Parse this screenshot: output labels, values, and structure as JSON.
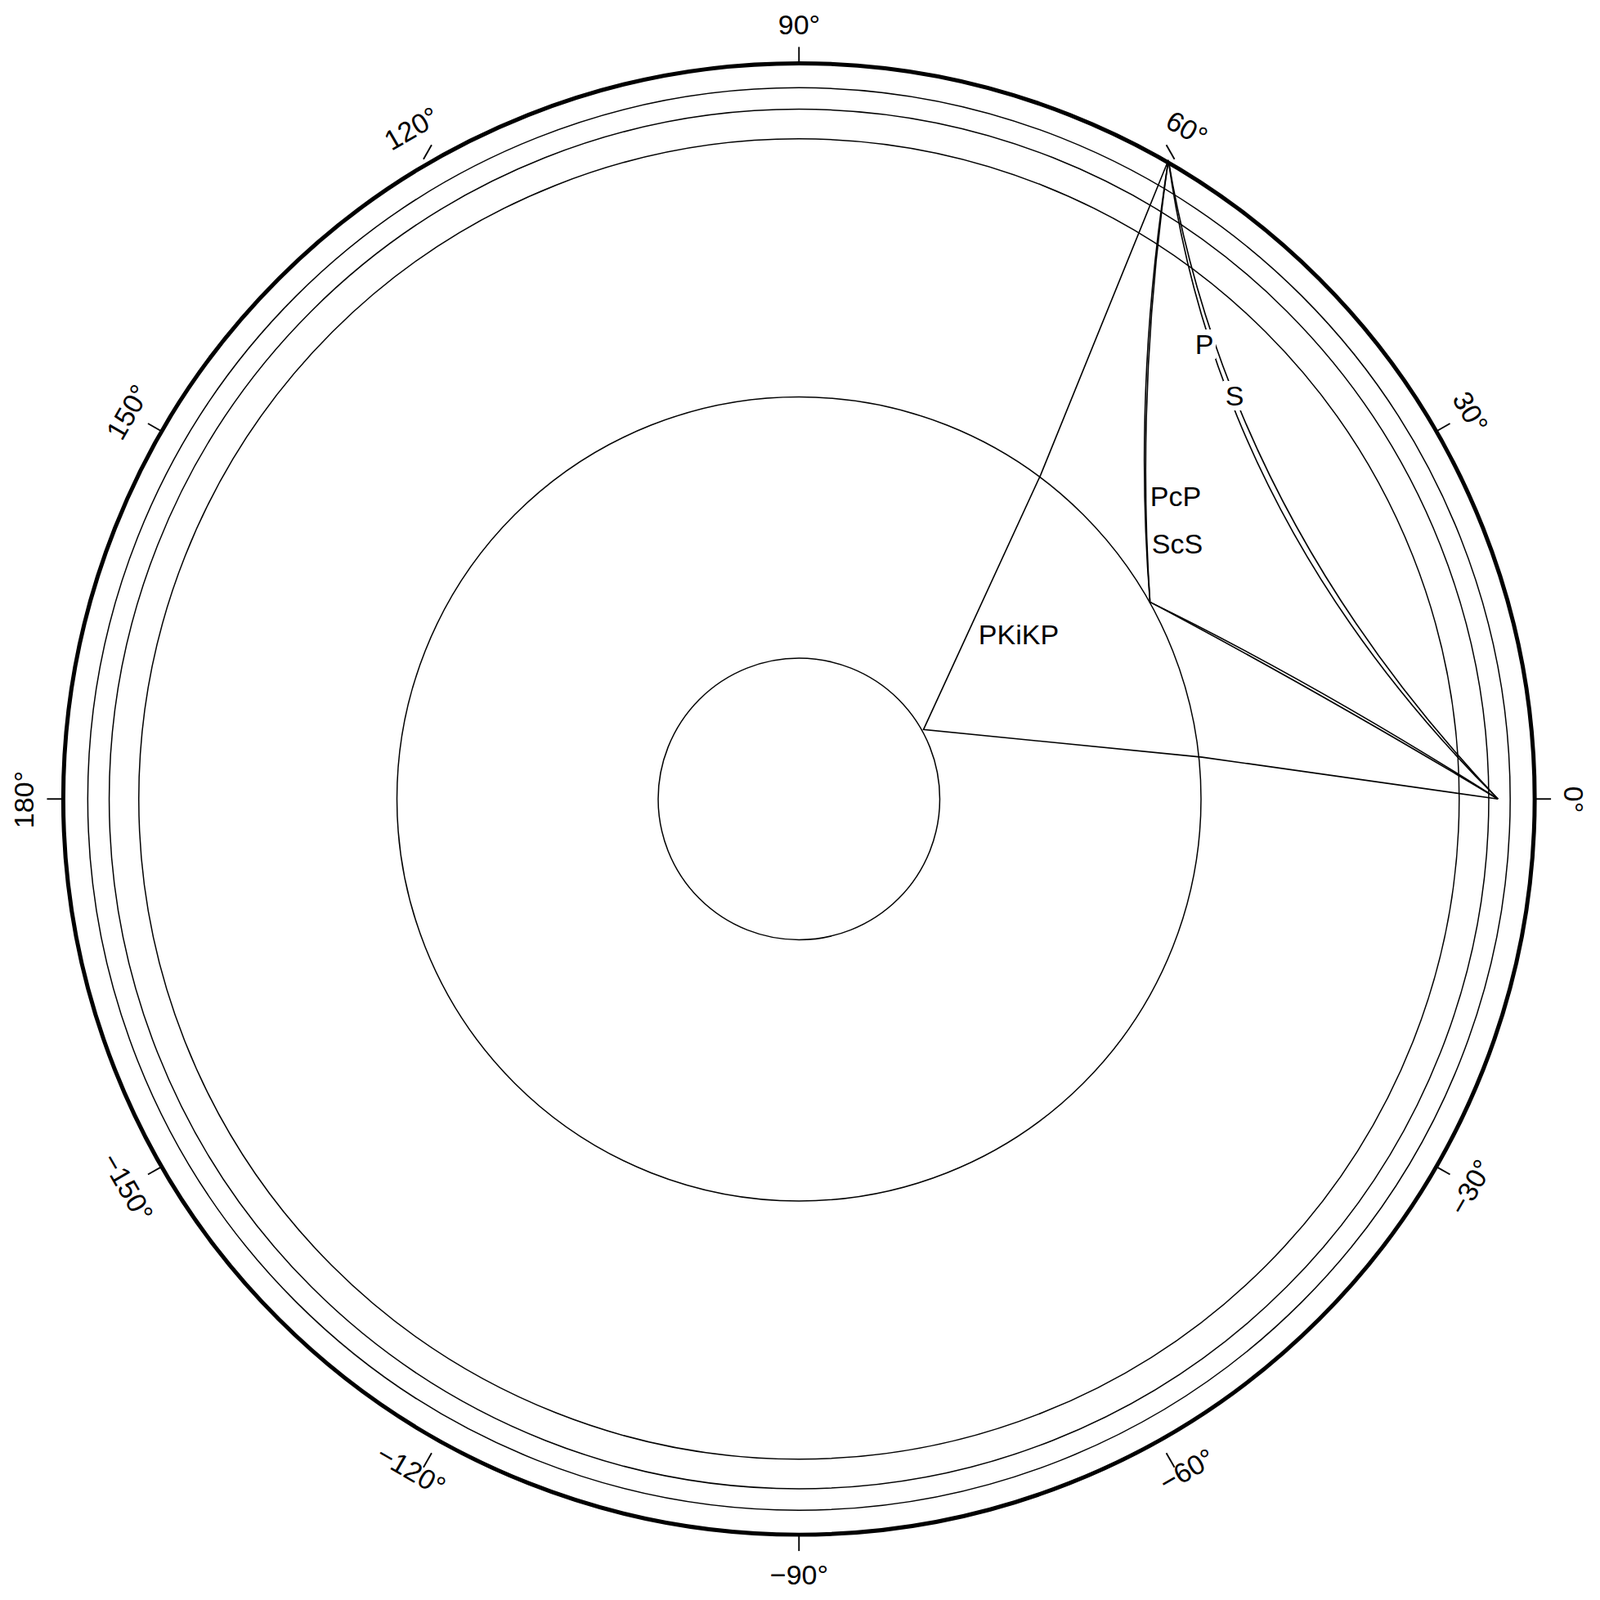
{
  "diagram": {
    "labels": [
      "90°",
      "60°",
      "120°",
      "P",
      "S",
      "30°",
      "150°",
      "PcP",
      "ScS",
      "PKiKP",
      "180°",
      "0°",
      "−30°",
      "−150°",
      "−120°",
      "−60°",
      "−90°"
    ]
  }
}
